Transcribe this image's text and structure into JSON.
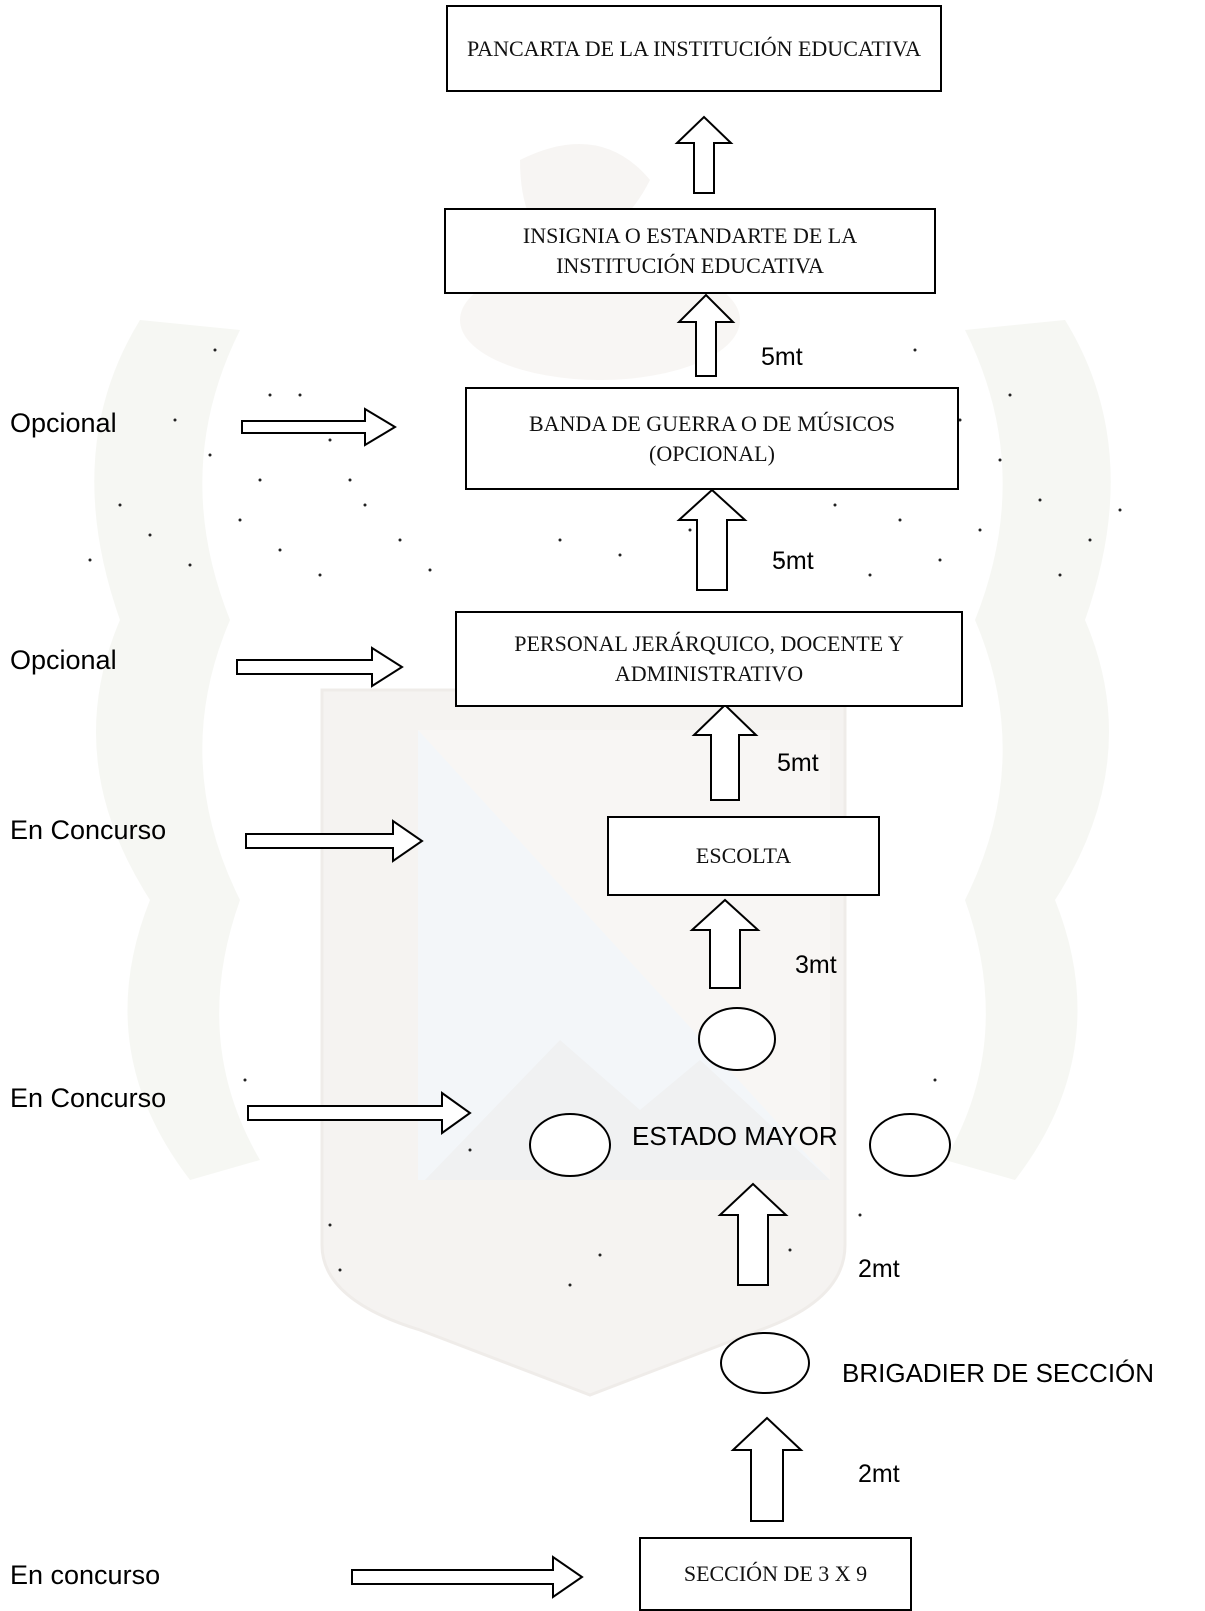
{
  "boxes": {
    "pancarta": "PANCARTA DE LA INSTITUCIÓN EDUCATIVA",
    "insignia": "INSIGNIA O ESTANDARTE DE LA INSTITUCIÓN EDUCATIVA",
    "banda": "BANDA DE GUERRA O DE MÚSICOS (OPCIONAL)",
    "personal": "PERSONAL JERÁRQUICO, DOCENTE Y ADMINISTRATIVO",
    "escolta": "ESCOLTA",
    "seccion": "SECCIÓN DE 3 X 9"
  },
  "ovals": {
    "estado_mayor": "ESTADO MAYOR",
    "brigadier": "BRIGADIER DE SECCIÓN"
  },
  "distances": {
    "banda_to_insignia": "5mt",
    "personal_to_banda": "5mt",
    "escolta_to_personal": "5mt",
    "estado_to_escolta": "3mt",
    "brigadier_to_estado": "2mt",
    "seccion_to_brigadier": "2mt"
  },
  "side_labels": {
    "banda": "Opcional",
    "personal": "Opcional",
    "escolta": "En Concurso",
    "estado_mayor": "En Concurso",
    "seccion": "En concurso"
  }
}
